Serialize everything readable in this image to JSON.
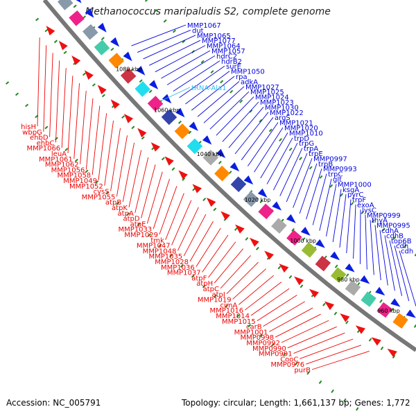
{
  "title": "Methanococcus maripaludis S2, complete genome",
  "footer": {
    "accession": "Accession: NC_005791",
    "summary": "Topology: circular; Length: 1,661,137 bp; Genes: 1,772"
  },
  "colors": {
    "backbone": "#777777",
    "reverse_strand_label": "#ee0000",
    "forward_strand_label": "#0000dd",
    "rna_label": "#33bbee",
    "tick": "#228822"
  },
  "ruler": [
    "1080 kbp",
    "1060 kbp",
    "1040 kbp",
    "1020 kbp",
    "1000 kbp",
    "980 kbp",
    "960 kbp"
  ],
  "labels_reverse": [
    "hisH",
    "wbpG",
    "ehbD",
    "ehbC",
    "MMP1066",
    "leuA",
    "MMP1061",
    "MMP1062",
    "MMP1056",
    "MMP1058",
    "MMP1049",
    "MMP1052",
    "cysS",
    "MMP1055",
    "atpB",
    "atpK",
    "atpA",
    "atpD",
    "atpE",
    "MMP1033",
    "MMP1029",
    "tmk",
    "MMP1047",
    "MMP1048",
    "MMP1035",
    "MMP1028",
    "MMP1036",
    "MMP1037",
    "atpF",
    "atpH",
    "atpC",
    "atpI",
    "MMP1019",
    "cimA",
    "MMP1016",
    "MMP1014",
    "MMP1015",
    "carB",
    "MMP1001",
    "MMP0998",
    "MMP0992",
    "MMP0990",
    "MMP0991",
    "CooC",
    "MMP0976",
    "purB"
  ],
  "labels_forward": [
    "MMP1067",
    "dut",
    "MMP1065",
    "MMP1077",
    "MMP1064",
    "MMP1057",
    "hdrC2",
    "hdrB2",
    "surE",
    "MMP1050",
    "rpa",
    "adkA",
    "MMP1027",
    "MMP1025",
    "MMP1024",
    "MMP1023",
    "MMP1030",
    "MMP1022",
    "argS",
    "MMP1021",
    "MMP1020",
    "MMP1010",
    "trpD",
    "trpG",
    "trpA",
    "trpE",
    "MMP0997",
    "trpB",
    "MMP0993",
    "trpC",
    "glt",
    "MMP1000",
    "ksgA",
    "pyrC",
    "trpF",
    "exoA",
    "lysC",
    "MMP0999",
    "thyA",
    "MMP0995",
    "cdhA",
    "cdhB",
    "top6B",
    "cdh",
    "cdh"
  ],
  "labels_rna": [
    "tRNA-Ala1"
  ]
}
